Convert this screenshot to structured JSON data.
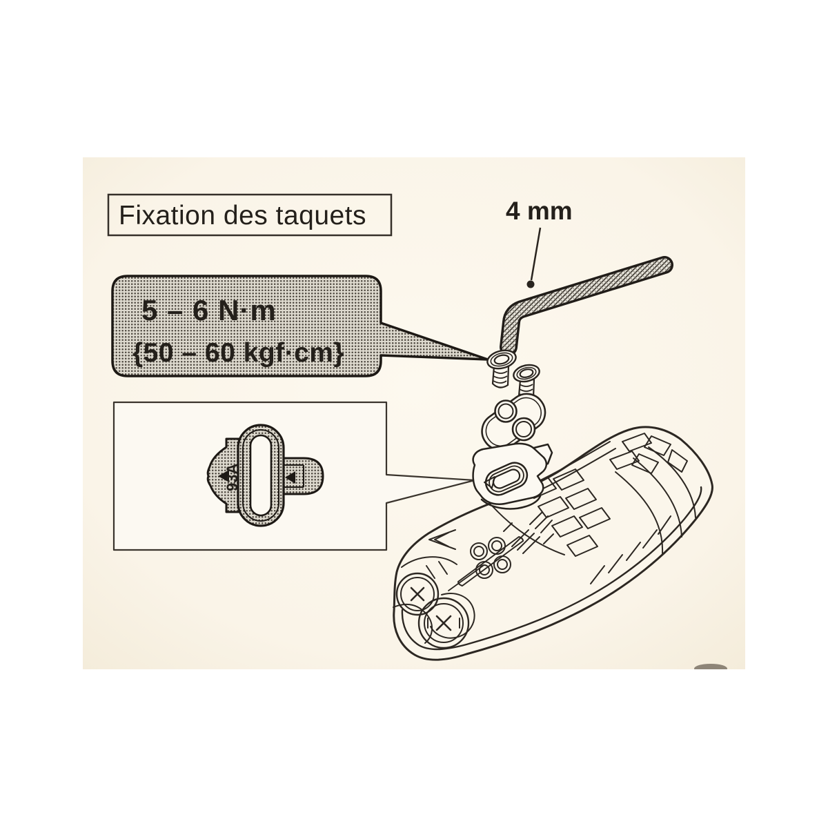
{
  "document": {
    "title": "Fixation des taquets",
    "tool_size_label": "4 mm",
    "torque_note": {
      "line1": "5 – 6 N·m",
      "line2": "{50 – 60 kgf·cm}"
    },
    "cleat_marking": "93A"
  },
  "colors": {
    "background": "#ffffff",
    "paper": "#faf4e8",
    "ink": "#29241f",
    "halftone_fill": "#d9d5ca",
    "box_fill": "#fcf9f2"
  }
}
